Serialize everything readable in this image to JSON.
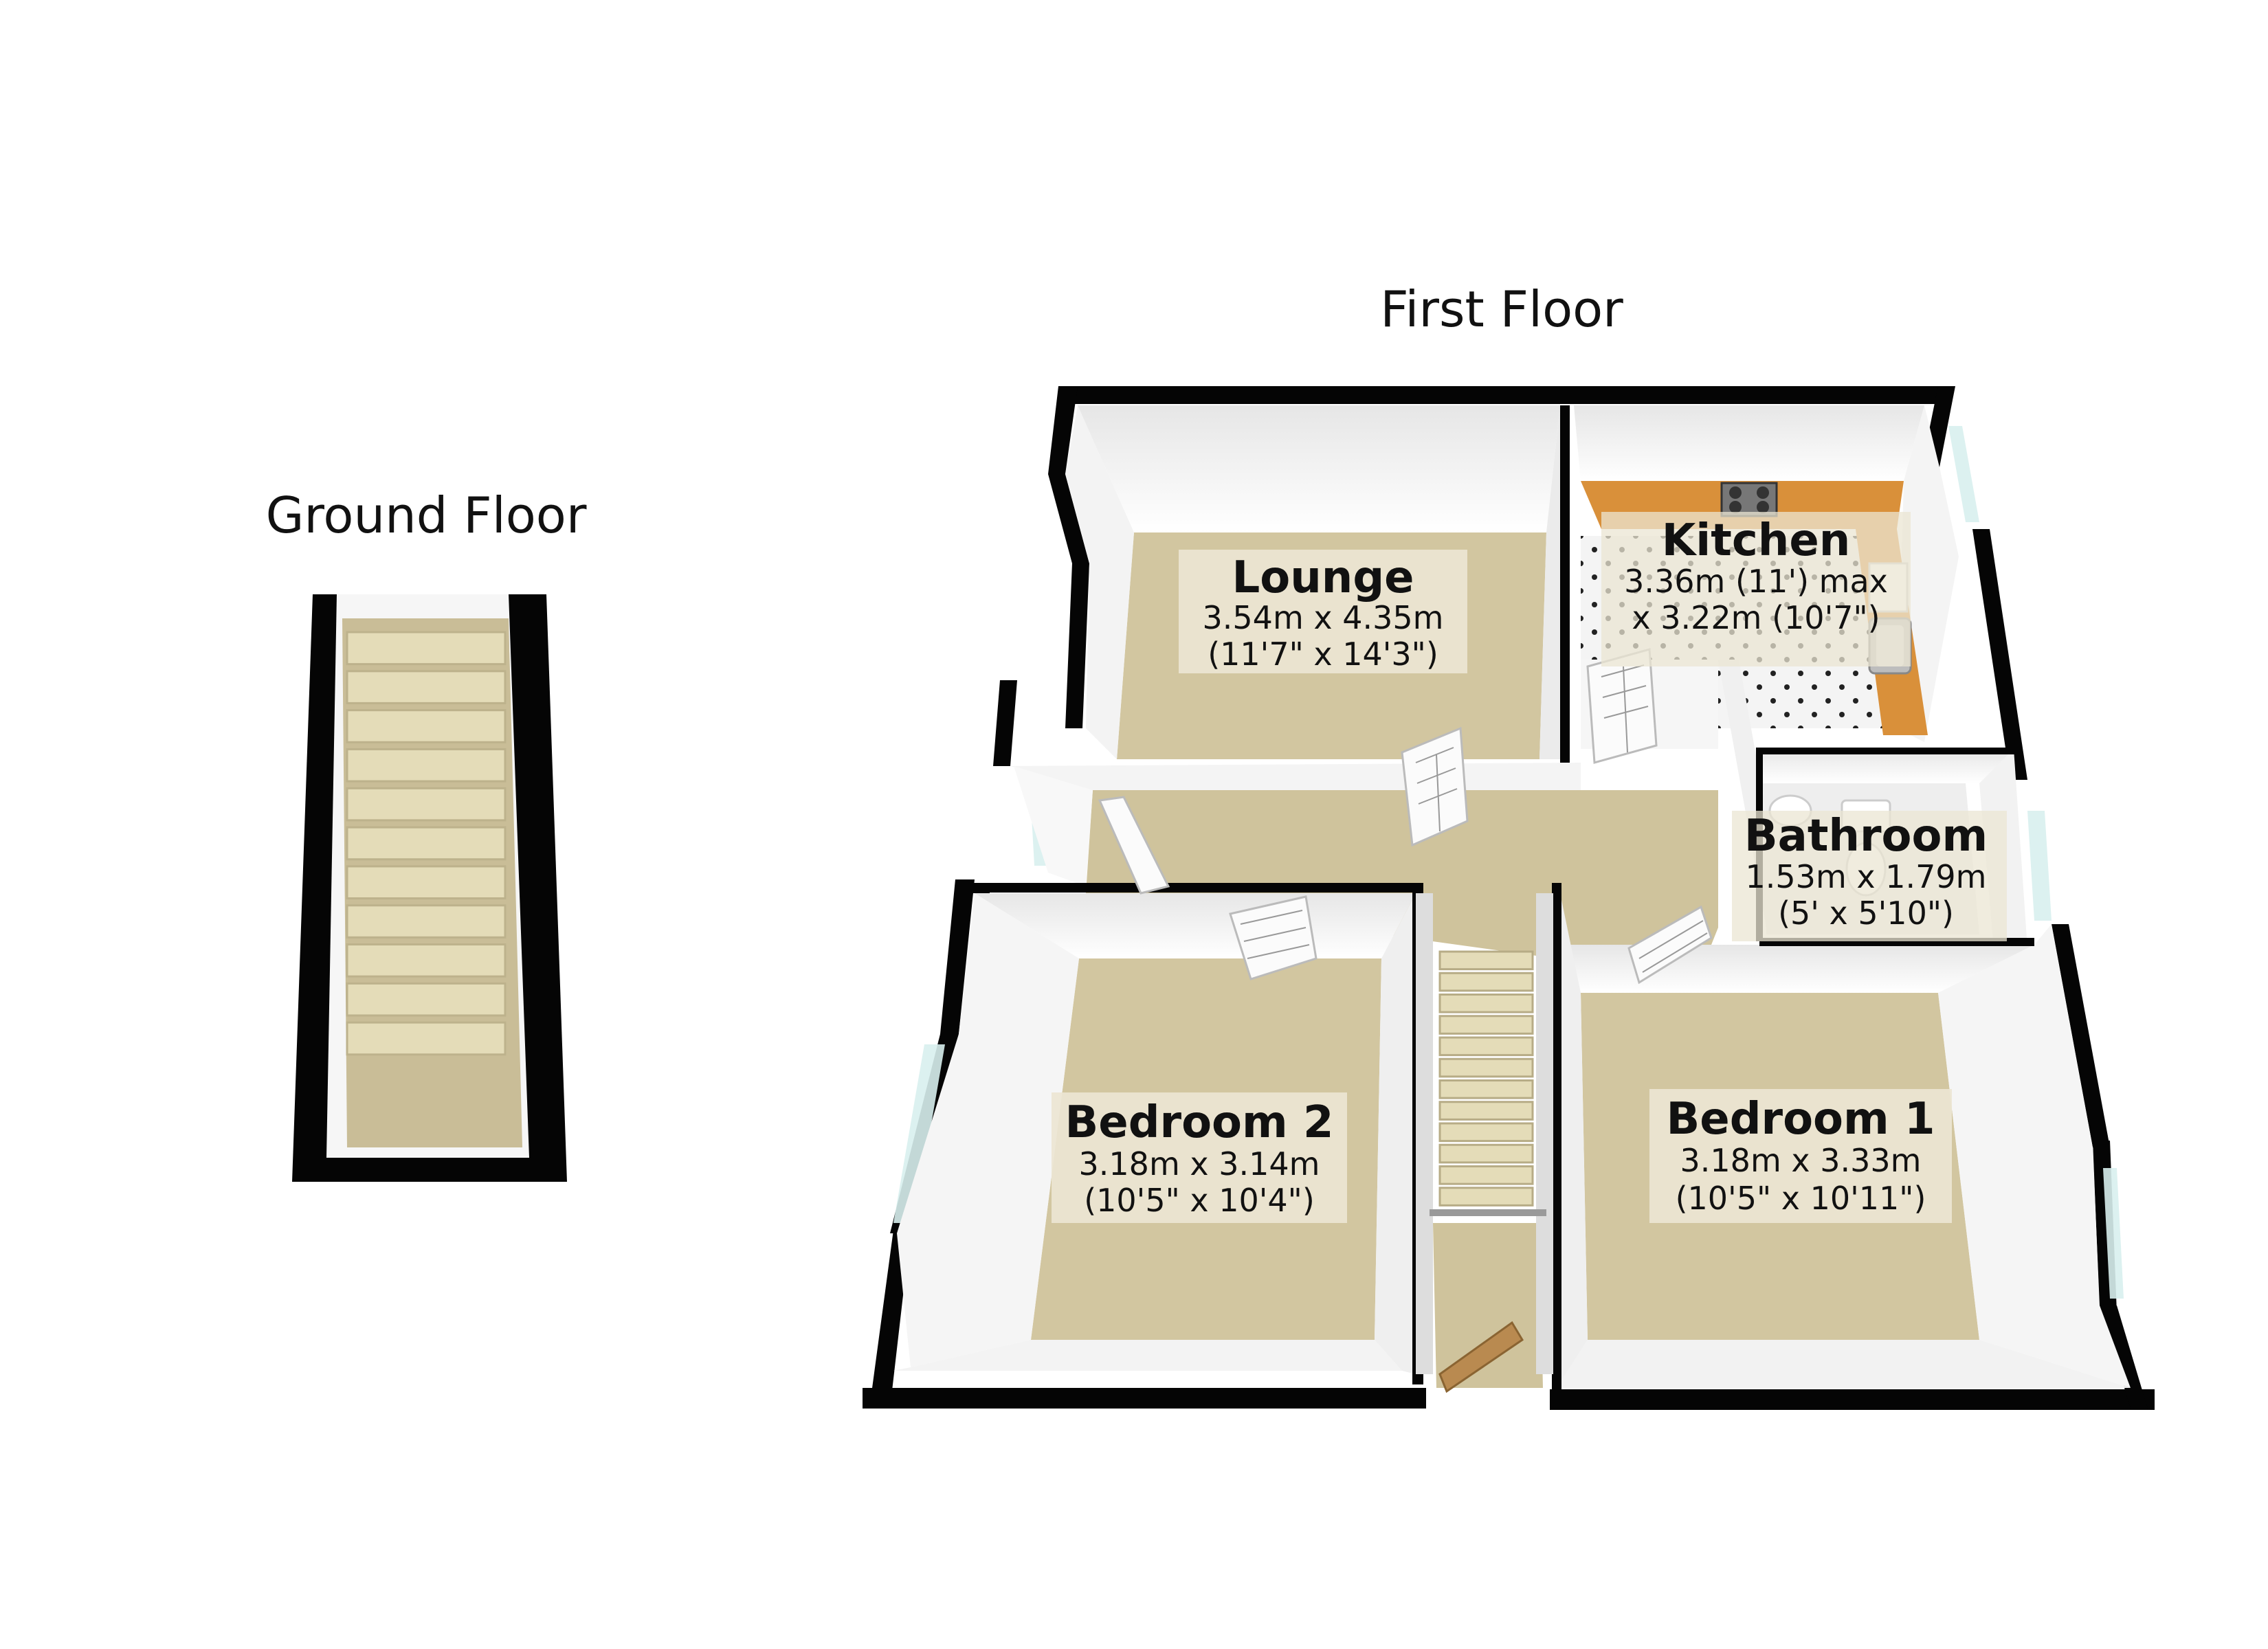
{
  "colors": {
    "wall": "#050505",
    "inner_wall": "#f6f6f6",
    "floor": "#d2c6a0",
    "label_bg": "#ebe5d3",
    "worktop": "#d9903a",
    "window_glow": "#d8f0ee",
    "stair_tread": "#e4dcb8"
  },
  "floors": {
    "ground": {
      "title": "Ground Floor"
    },
    "first": {
      "title": "First Floor"
    }
  },
  "rooms": {
    "lounge": {
      "name": "Lounge",
      "dims": [
        "3.54m x 4.35m",
        "(11'7\" x 14'3\")"
      ]
    },
    "kitchen": {
      "name": "Kitchen",
      "dims": [
        "3.36m (11') max",
        "x 3.22m (10'7\")"
      ]
    },
    "bathroom": {
      "name": "Bathroom",
      "dims": [
        "1.53m x 1.79m",
        "(5' x 5'10\")"
      ]
    },
    "bedroom2": {
      "name": "Bedroom 2",
      "dims": [
        "3.18m x 3.14m",
        "(10'5\" x 10'4\")"
      ]
    },
    "bedroom1": {
      "name": "Bedroom 1",
      "dims": [
        "3.18m x 3.33m",
        "(10'5\" x 10'11\")"
      ]
    }
  },
  "icons": [
    "stairs-icon",
    "door-icon",
    "hob-icon",
    "sink-icon",
    "toilet-icon"
  ]
}
